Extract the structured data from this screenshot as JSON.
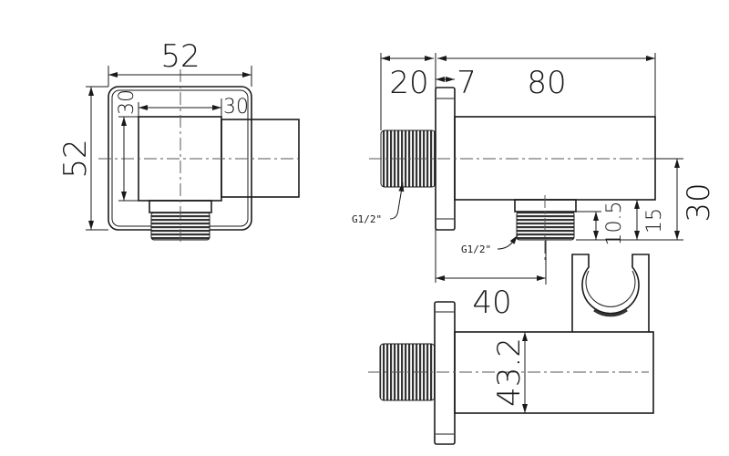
{
  "drawing": {
    "front_view": {
      "width_dim": "52",
      "height_dim": "52",
      "body_width_dim": "30",
      "body_height_dim": "30"
    },
    "side_view": {
      "thread_length_dim": "20",
      "flange_thickness_dim": "7",
      "body_length_dim": "80",
      "outlet_offset_dim": "30",
      "body_half_dim": "15",
      "outlet_thread_dim": "10.5",
      "inlet_thread_label": "G1/2\"",
      "outlet_thread_label": "G1/2\"",
      "outlet_position_dim": "40"
    },
    "bottom_view": {
      "body_height_dim": "43.2"
    }
  }
}
